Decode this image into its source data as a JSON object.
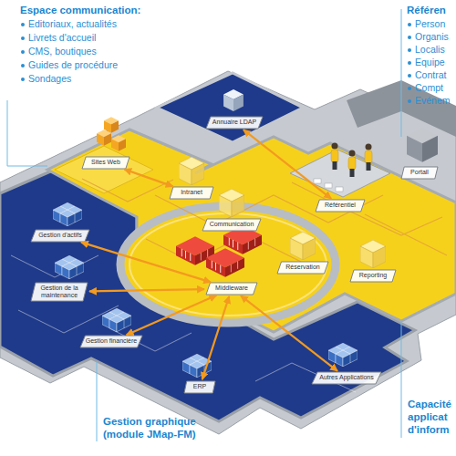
{
  "diagram": {
    "nodes": [
      {
        "text": [
          "Annuaire LDAP"
        ]
      },
      {
        "text": [
          "Sites Web"
        ]
      },
      {
        "text": [
          "Intranet"
        ]
      },
      {
        "text": [
          "Référentiel"
        ]
      },
      {
        "text": [
          "Portail"
        ]
      },
      {
        "text": [
          "Communication"
        ]
      },
      {
        "text": [
          "Gestion d'actifs"
        ]
      },
      {
        "text": [
          "Middleware"
        ]
      },
      {
        "text": [
          "Réservation"
        ]
      },
      {
        "text": [
          "Reporting"
        ]
      },
      {
        "text": [
          "Gestion de la maintenance"
        ]
      },
      {
        "text": [
          "Gestion financière"
        ]
      },
      {
        "text": [
          "ERP"
        ]
      },
      {
        "text": [
          "Autres Applications"
        ]
      }
    ],
    "edges": [
      {
        "from": 1,
        "to": 2,
        "arrow": "both"
      },
      {
        "from": 0,
        "to": 3,
        "arrow": "both"
      },
      {
        "from": 7,
        "to": 6,
        "arrow": "both"
      },
      {
        "from": 7,
        "to": 10,
        "arrow": "both"
      },
      {
        "from": 7,
        "to": 11,
        "arrow": "both"
      },
      {
        "from": 7,
        "to": 12,
        "arrow": "both"
      },
      {
        "from": 7,
        "to": 13,
        "arrow": "both"
      }
    ],
    "labels": [
      "Espace communication:",
      "Editoriaux, actualités",
      "Livrets d'accueil",
      "CMS, boutiques",
      "Guides de procédure",
      "Sondages",
      "Référen",
      "Person",
      "Organis",
      "Localis",
      "Equipe",
      "Contrat",
      "Compt",
      "Evénem",
      "Gestion graphique (module JMap-FM)",
      "Capacité applicat d'inform"
    ]
  }
}
